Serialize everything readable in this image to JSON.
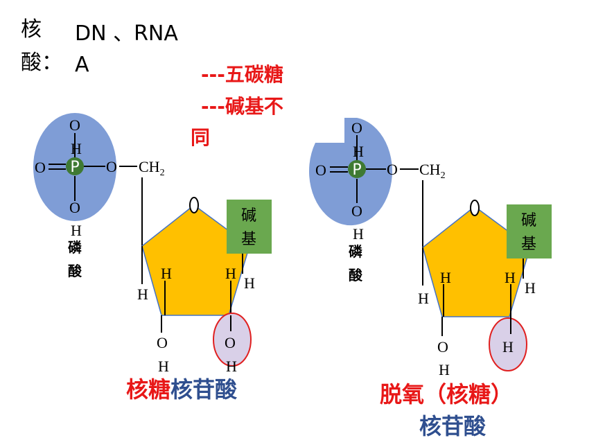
{
  "header": {
    "char1": "核",
    "char2": "酸：",
    "line1": "DN 、RNA",
    "line2": "A"
  },
  "notes": {
    "line1": "---五碳糖",
    "line2": "---碱基不",
    "line3": "同"
  },
  "atoms": {
    "O": "O",
    "H": "H",
    "P": "P",
    "ring_O": "0",
    "CH": "CH",
    "sub2": "2"
  },
  "left_molecule": {
    "phosphate_label_1": "磷",
    "phosphate_label_2": "酸",
    "base_line1": "碱",
    "base_line2": "基",
    "caption_red": "核糖",
    "caption_blue": "核苷酸"
  },
  "right_molecule": {
    "phosphate_label_1": "磷",
    "phosphate_label_2": "酸",
    "base_line1": "碱",
    "base_line2": "基",
    "caption_red": "脱氧（核糖）",
    "caption_blue": "核苷酸"
  },
  "colors": {
    "phosphate_blue": "#7f9dd6",
    "sugar_orange": "#ffc000",
    "base_green": "#6aa84f",
    "p_circle_green": "#3f7a33",
    "highlight_fill": "#d9d0e8",
    "highlight_stroke": "#e02020",
    "red_text": "#e81818",
    "blue_text": "#2f4f8f"
  }
}
